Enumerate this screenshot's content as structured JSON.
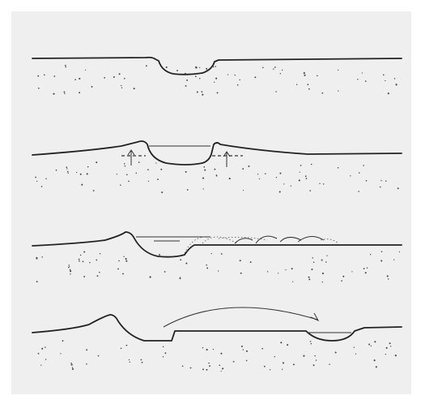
{
  "figure": {
    "panels": [
      {
        "id": "stage-1",
        "features": [
          "ground-surface",
          "shallow-depression"
        ]
      },
      {
        "id": "stage-2",
        "features": [
          "ground-surface",
          "deepened-basin",
          "raised-rims",
          "uplift-arrows",
          "original-surface-dashed"
        ]
      },
      {
        "id": "stage-3",
        "features": [
          "ground-surface",
          "basin-with-rim",
          "water-surface",
          "sediment-mounds"
        ]
      },
      {
        "id": "stage-4",
        "features": [
          "ground-surface",
          "abandoned-basin",
          "new-depression",
          "migration-arrow"
        ]
      }
    ],
    "colors": {
      "background": "#efefef",
      "line": "#222222",
      "speckle": "#444444"
    }
  }
}
